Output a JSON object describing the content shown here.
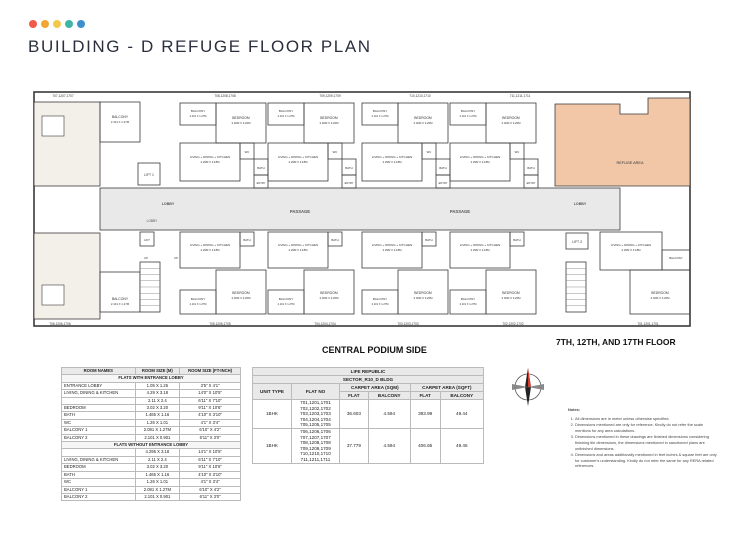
{
  "colors": {
    "dots": [
      "#f05a4a",
      "#f3a531",
      "#f3c94d",
      "#3fb5a6",
      "#3e8fcd"
    ],
    "refuge": "#f1c7a8",
    "wall": "#3a3a3a",
    "lobby": "#e9e9e9"
  },
  "title": "BUILDING - D REFUGE FLOOR PLAN",
  "plan": {
    "top_flat_labels": [
      "707,1207,1707",
      "708,1208,1708",
      "709,1209,1709",
      "710,1210,1710",
      "711,1211,1711"
    ],
    "bottom_flat_labels": [
      "706,1206,1706",
      "705,1205,1705",
      "704,1204,1704",
      "703,1203,1703",
      "702,1202,1702",
      "701,1201,1701"
    ],
    "balcony_label": "BALCONY",
    "balcony_size": "2.101 X 1.27M",
    "bedroom_label": "BEDROOM",
    "bedroom_size": "3.02M X 3.20M",
    "living_label": "LIVING + DINING + KITCHEN",
    "living_size": "4.29M X 3.18M",
    "wc_label": "WC",
    "bath_label": "BATH",
    "entry_label": "ENTRY",
    "lift_label": "LIFT",
    "lift_1": "LIFT 1",
    "lift_2": "LIFT 2",
    "lift_3": "LIFT 3",
    "passage_label": "PASSAGE",
    "lobby_label": "LOBBY",
    "refuge_label": "REFUGE AREA",
    "up_label": "UP",
    "dn_label": "DN",
    "central_caption": "CENTRAL PODIUM SIDE",
    "floors_caption": "7TH, 12TH, AND 17TH FLOOR"
  },
  "room_sizes": {
    "headers": [
      "ROOM NAMES",
      "ROOM SIZE (M)",
      "ROOM SIZE (FT-INCH)"
    ],
    "sections": [
      {
        "label": "FLATS WITH ENTRANCE LOBBY",
        "rows": [
          [
            "ENTRANCE LOBBY",
            "1.05 X 1.25",
            "3'5\" X 4'1\""
          ],
          [
            "LIVING, DINING & KITCHEN",
            "4.29 X 3.18",
            "14'0\" X 10'5\""
          ],
          [
            "",
            "2.11 X 2.4",
            "6'11\" X 7'10\""
          ],
          [
            "BEDROOM",
            "3.02 X 3.20",
            "9'11\" X 10'6\""
          ],
          [
            "BATH",
            "1.465 X 1.16",
            "4'10\" X 3'10\""
          ],
          [
            "WC",
            "1.26 X 1.01",
            "4'1\" X 3'4\""
          ],
          [
            "BALCONY 1",
            "2.081 X 1.27M",
            "6'10\" X 4'2\""
          ],
          [
            "BALCONY 2",
            "2.101 X 0.901",
            "6'11\" X 3'0\""
          ]
        ]
      },
      {
        "label": "FLATS WITHOUT ENTRANCE LOBBY",
        "rows": [
          [
            "",
            "4.295 X 3.18",
            "14'1\" X 10'5\""
          ],
          [
            "LIVING, DINING & KITCHEN",
            "2.11 X 2.4",
            "6'11\" X 7'10\""
          ],
          [
            "BEDROOM",
            "3.02 X 3.20",
            "9'11\" X 10'6\""
          ],
          [
            "BATH",
            "1.465 X 1.16",
            "4'10\" X 3'10\""
          ],
          [
            "WC",
            "1.26 X 1.01",
            "4'1\" X 3'4\""
          ],
          [
            "BALCONY 1",
            "2.081 X 1.27M",
            "6'10\" X 4'2\""
          ],
          [
            "BALCONY 2",
            "2.101 X 0.901",
            "6'11\" X 3'0\""
          ]
        ]
      }
    ]
  },
  "flats_table": {
    "project": "LIFE REPUBLIC",
    "sector": "SECTOR_R10_D BLDG",
    "h_unit_type": "UNIT TYPE",
    "h_flat_no": "FLAT NO",
    "h_carpet_sqm": "CARPET AREA (SQM)",
    "h_carpet_sqft": "CARPET AREA (SQFT)",
    "h_flat": "FLAT",
    "h_balcony": "BALCONY",
    "rows": [
      {
        "unit": "1BHK",
        "flats": [
          "701,1201,1701",
          "702,1202,1702",
          "703,1203,1703",
          "704,1204,1704",
          "705,1205,1705"
        ],
        "sqm_flat": "36.603",
        "sqm_bal": "4.594",
        "sqft_flat": "393.99",
        "sqft_bal": "49.44"
      },
      {
        "unit": "1BHK",
        "flats": [
          "706,1206,1706",
          "707,1207,1707",
          "708,1208,1708",
          "709,1209,1709",
          "710,1210,1710",
          "711,1211,1711"
        ],
        "sqm_flat": "37.779",
        "sqm_bal": "4.594",
        "sqft_flat": "406.65",
        "sqft_bal": "49.45"
      }
    ]
  },
  "notes": {
    "title": "Notes:",
    "items": [
      "All dimensions are in meter unless otherwise specified.",
      "Dimensions mentioned are only for reference. Kindly do not refer the scale mentions for any area calculations.",
      "Dimensions mentioned in these drawings are finished dimensions considering finishing tile dimensions, the dimensions mentioned in sanctioned plans are unfinished dimensions.",
      "Dimensions and areas additionally mentioned in feet inches & square feet are only for customer's understanding. Kindly do not refer the same for any RERA related references."
    ]
  }
}
